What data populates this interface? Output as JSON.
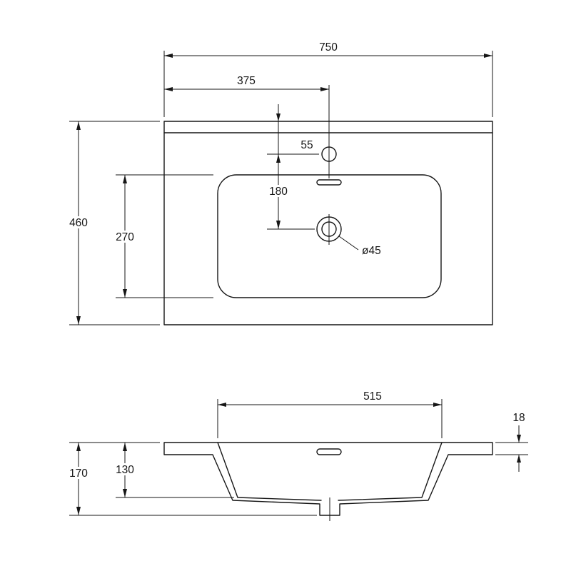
{
  "top_view": {
    "overall_width": "750",
    "faucet_center_offset": "375",
    "overall_depth": "460",
    "basin_depth": "270",
    "edge_to_faucet": "55",
    "faucet_to_drain": "180",
    "drain_diameter_label": "ø45"
  },
  "section_view": {
    "basin_width": "515",
    "top_thickness": "18",
    "overall_height": "170",
    "basin_height": "130"
  }
}
